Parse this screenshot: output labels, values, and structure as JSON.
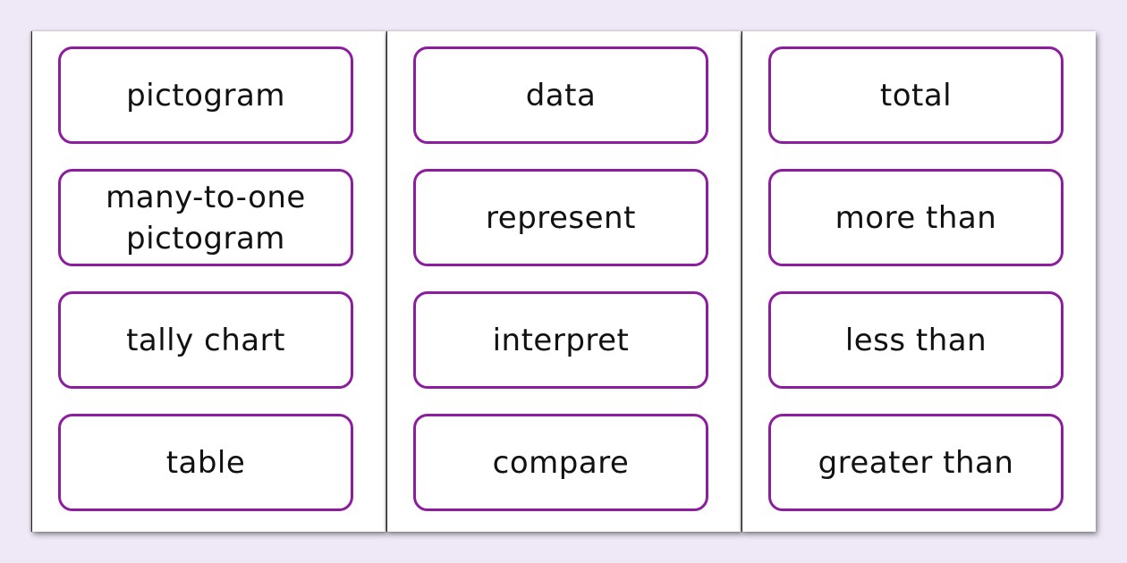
{
  "colors": {
    "background": "#efe9f7",
    "sheet": "#ffffff",
    "card_border": "#8c1d9f",
    "text": "#111111"
  },
  "sheets": [
    {
      "cards": [
        {
          "label": "pictogram"
        },
        {
          "label": "many-to-one\npictogram"
        },
        {
          "label": "tally chart"
        },
        {
          "label": "table"
        }
      ]
    },
    {
      "cards": [
        {
          "label": "data"
        },
        {
          "label": "represent"
        },
        {
          "label": "interpret"
        },
        {
          "label": "compare"
        }
      ]
    },
    {
      "cards": [
        {
          "label": "total"
        },
        {
          "label": "more than"
        },
        {
          "label": "less than"
        },
        {
          "label": "greater than"
        }
      ]
    }
  ]
}
